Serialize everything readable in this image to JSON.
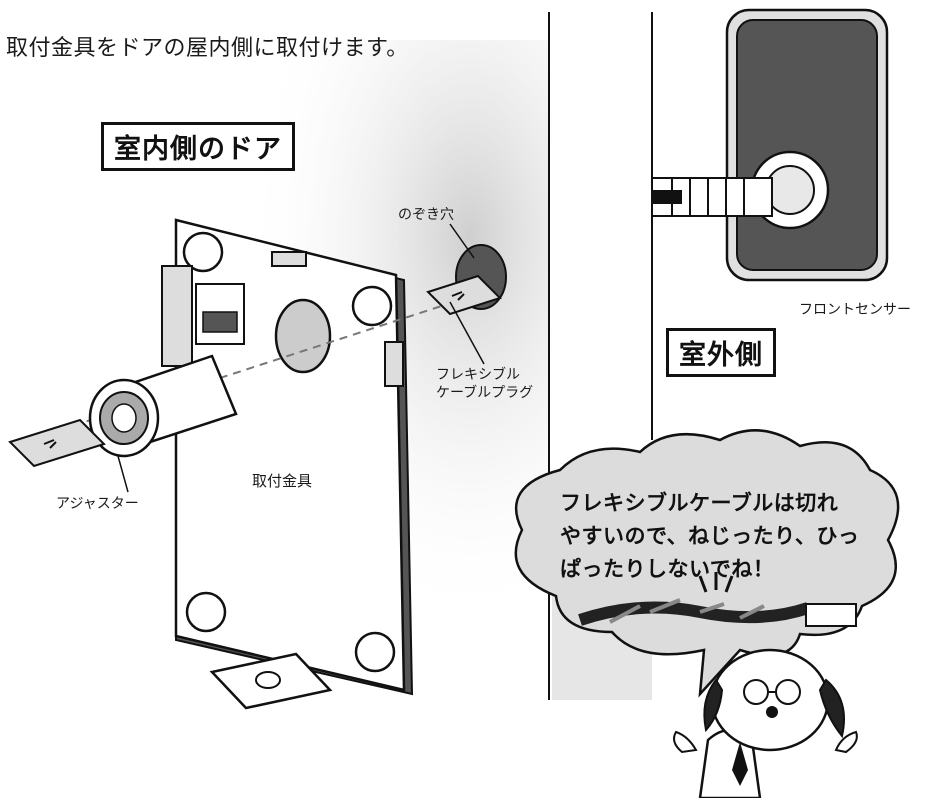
{
  "instruction": "取付金具をドアの屋内側に取付けます。",
  "labels": {
    "indoor_door": "室内側のドア",
    "outdoor": "室外側",
    "peephole": "のぞき穴",
    "flexible_cable_plug": [
      "フレキシブル",
      "ケーブルプラグ"
    ],
    "adjuster": "アジャスター",
    "mounting_bracket": "取付金具",
    "front_sensor": "フロントセンサー"
  },
  "speech_bubble": {
    "lines": [
      "フレキシブルケーブルは切れ",
      "やすいので、ねじったり、ひっ",
      "ぱったりしないでね！"
    ]
  },
  "colors": {
    "line": "#111111",
    "gray_fill": "#bdbdbd",
    "dark_fill": "#555555",
    "shadow": "#dcdcdc"
  },
  "icons": [
    "dog-mascot",
    "cable-illustration"
  ]
}
